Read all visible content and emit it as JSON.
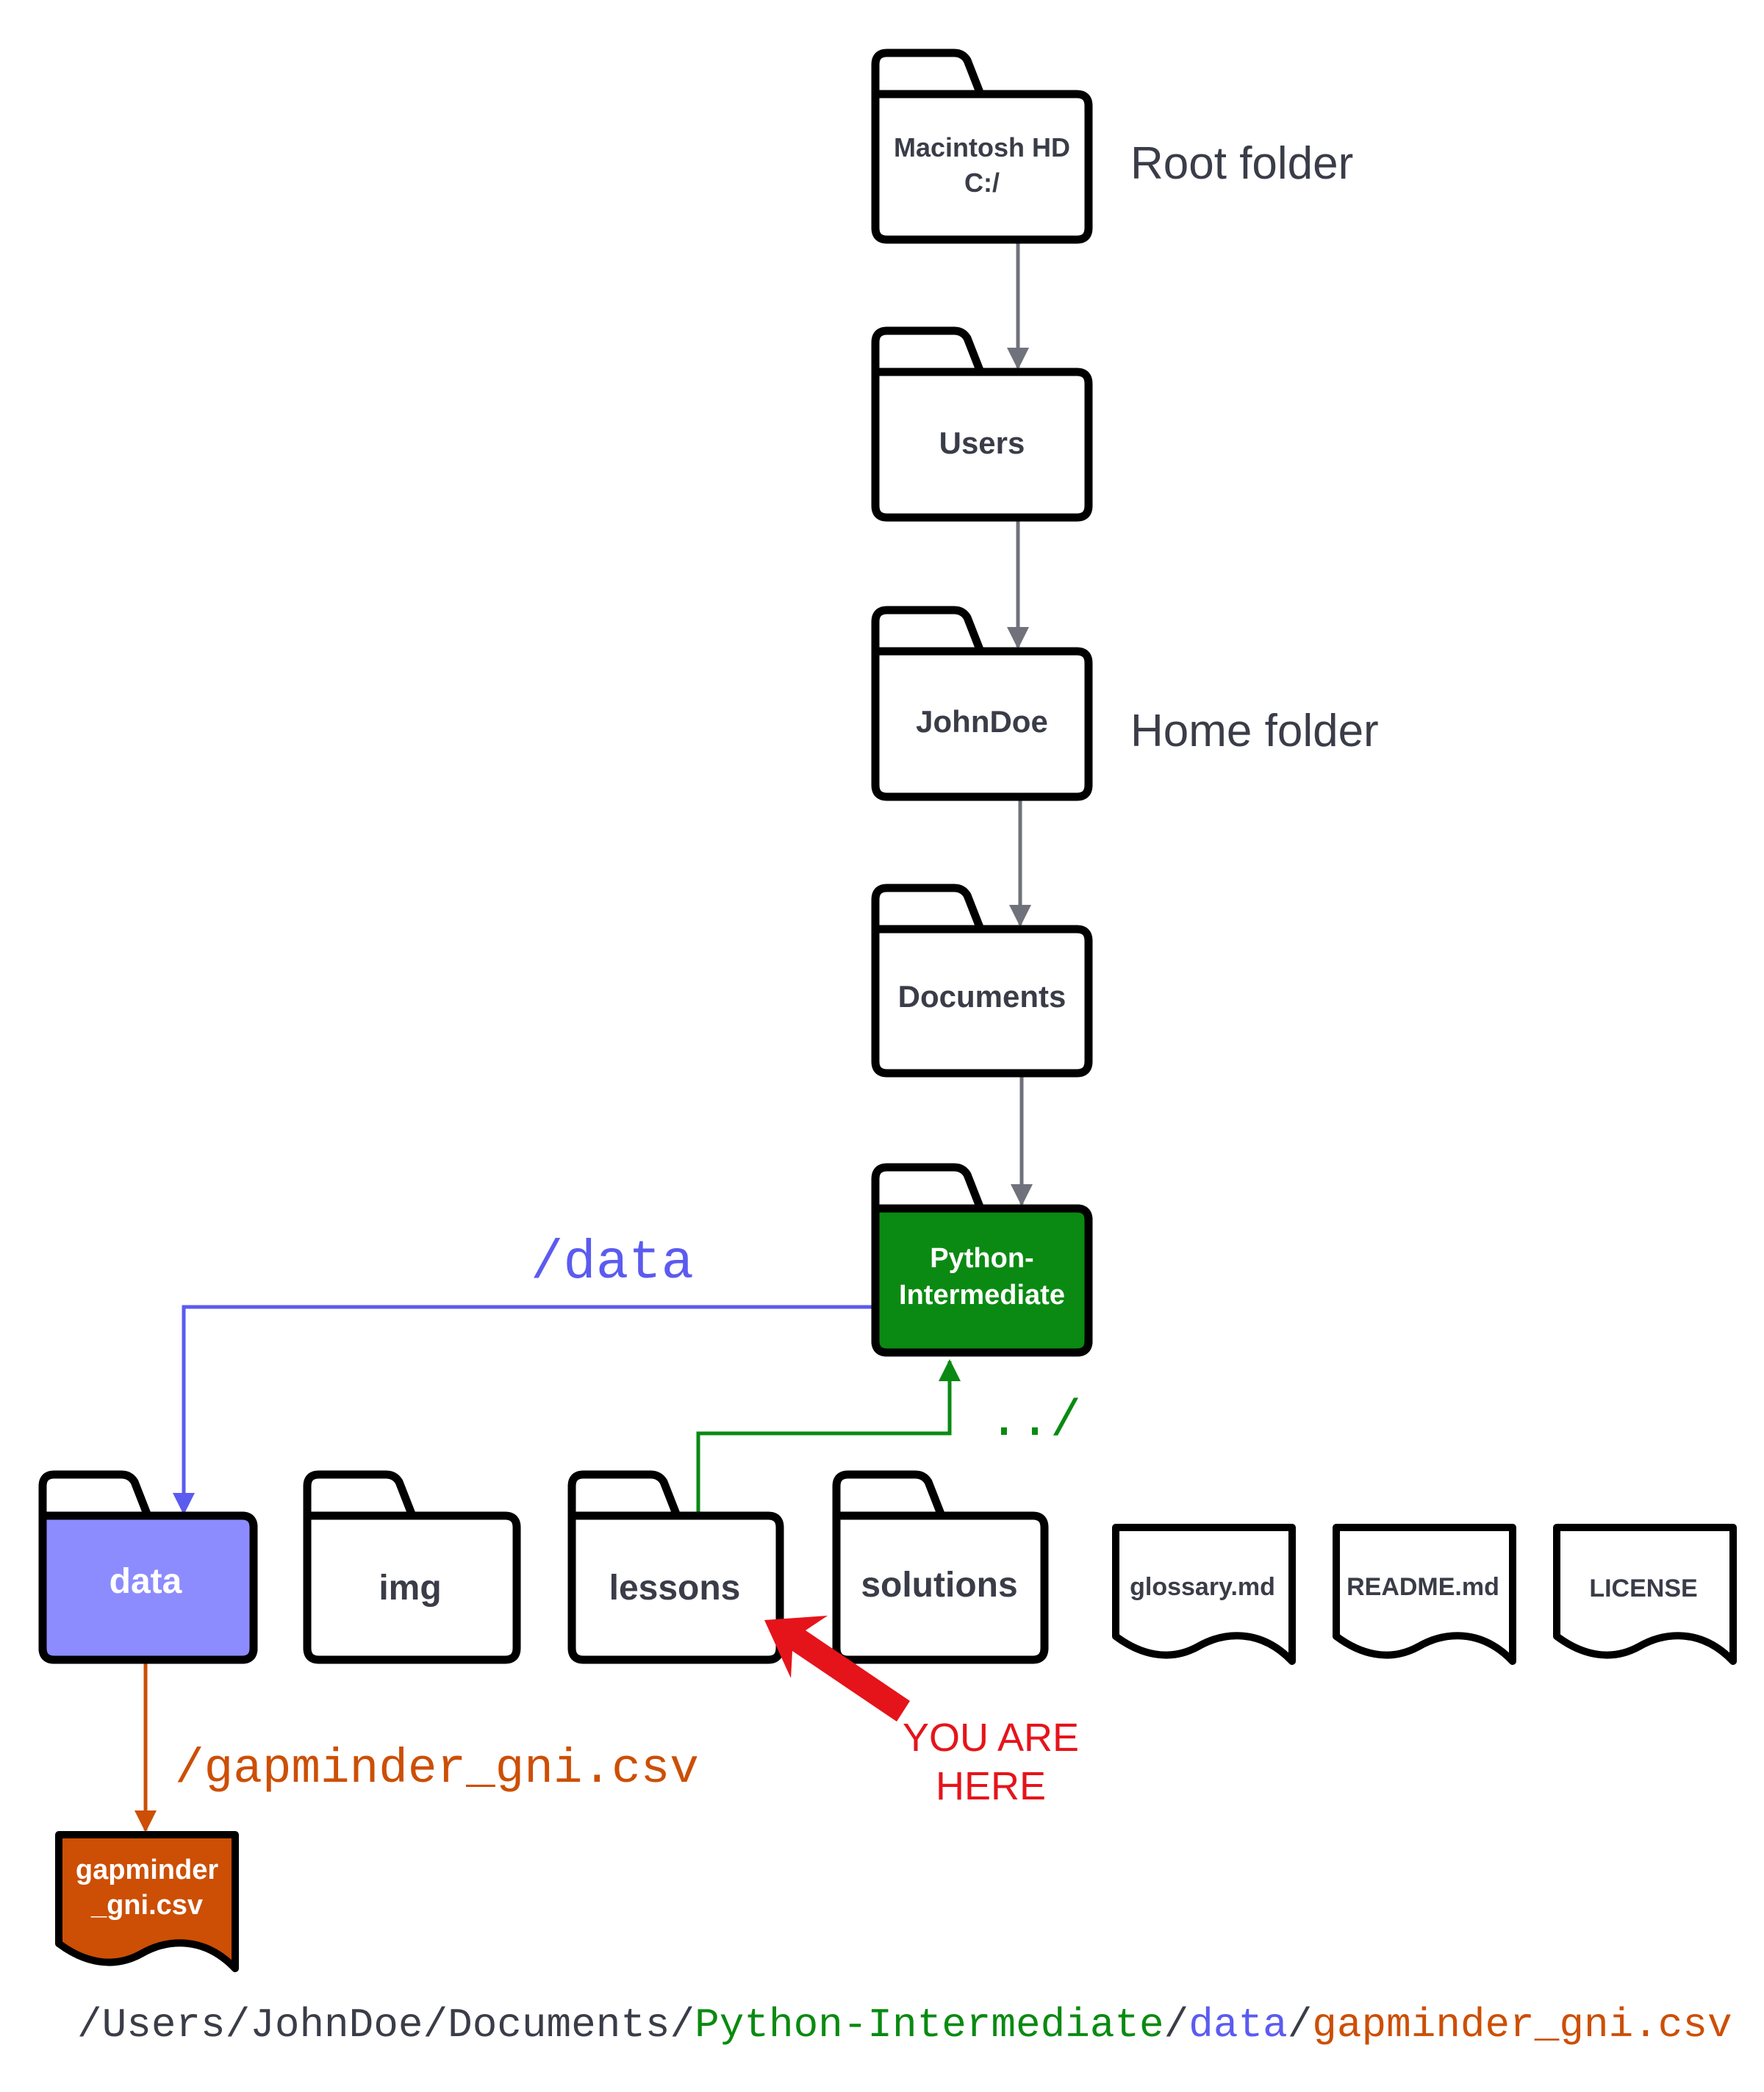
{
  "colors": {
    "outline": "#000000",
    "gray_arrow": "#6f727b",
    "label_text": "#3a3d48",
    "green": "#0a8a12",
    "purple": "#5b5bf0",
    "purple_fill": "#8c8cff",
    "orange": "#cc4f05",
    "red": "#e5141a"
  },
  "icons": {
    "folder": "folder-icon",
    "file": "file-icon",
    "arrow": "arrow-icon"
  },
  "folders": {
    "root": {
      "line1": "Macintosh HD",
      "line2": "C:/"
    },
    "users": {
      "label": "Users"
    },
    "johndoe": {
      "label": "JohnDoe"
    },
    "documents": {
      "label": "Documents"
    },
    "python": {
      "line1": "Python-",
      "line2": "Intermediate"
    },
    "data": {
      "label": "data"
    },
    "img": {
      "label": "img"
    },
    "lessons": {
      "label": "lessons"
    },
    "solutions": {
      "label": "solutions"
    }
  },
  "files": {
    "glossary": {
      "label": "glossary.md"
    },
    "readme": {
      "label": "README.md"
    },
    "license": {
      "label": "LICENSE"
    },
    "gapminder": {
      "line1": "gapminder",
      "line2": "_gni.csv"
    }
  },
  "annotations": {
    "root_folder": "Root folder",
    "home_folder": "Home folder",
    "data_path": "/data",
    "parent_path": "../",
    "file_path": "/gapminder_gni.csv",
    "you_are_line1": "YOU ARE",
    "you_are_line2": "HERE"
  },
  "full_path": {
    "segment_gray": "/Users/JohnDoe/Documents/",
    "segment_green": "Python-Intermediate",
    "separator1": "/",
    "segment_purple": "data",
    "separator2": "/",
    "segment_orange": "gapminder_gni.csv"
  }
}
